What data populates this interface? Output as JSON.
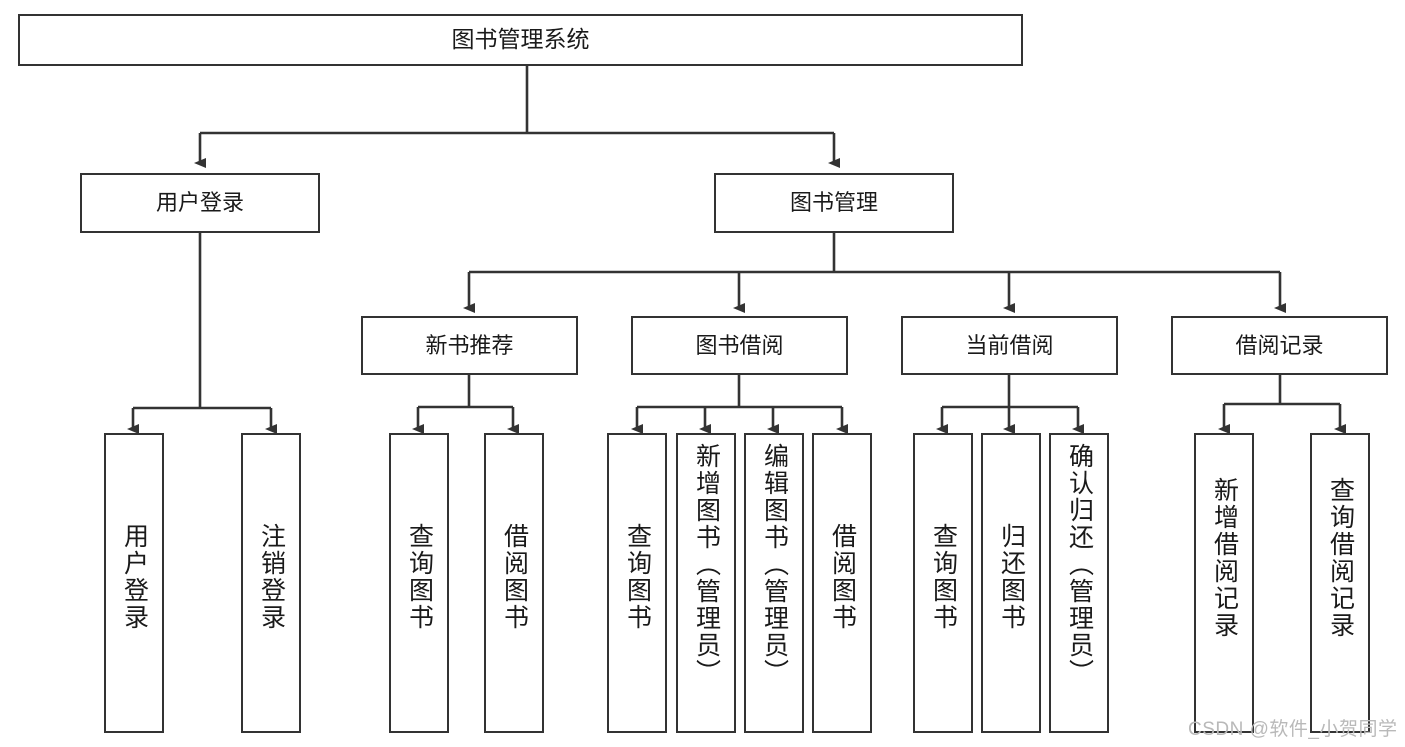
{
  "diagram": {
    "type": "tree-hierarchy",
    "title": "图书管理系统",
    "root": {
      "label": "图书管理系统"
    },
    "level1": [
      {
        "label": "用户登录"
      },
      {
        "label": "图书管理"
      }
    ],
    "level2": [
      {
        "label": "新书推荐"
      },
      {
        "label": "图书借阅"
      },
      {
        "label": "当前借阅"
      },
      {
        "label": "借阅记录"
      }
    ],
    "leaves": {
      "user_login": [
        {
          "label": "用户登录"
        },
        {
          "label": "注销登录"
        }
      ],
      "new_book_recommend": [
        {
          "label": "查询图书"
        },
        {
          "label": "借阅图书"
        }
      ],
      "book_borrow": [
        {
          "label": "查询图书"
        },
        {
          "label": "新增图书（管理员）"
        },
        {
          "label": "编辑图书（管理员）"
        },
        {
          "label": "借阅图书"
        }
      ],
      "current_borrow": [
        {
          "label": "查询图书"
        },
        {
          "label": "归还图书"
        },
        {
          "label": "确认归还（管理员）"
        }
      ],
      "borrow_record": [
        {
          "label": "新增借阅记录"
        },
        {
          "label": "查询借阅记录"
        }
      ]
    }
  },
  "watermark": {
    "text": "CSDN @软件_小贺同学"
  },
  "colors": {
    "stroke": "#333333",
    "fill": "#ffffff",
    "text": "#1a1a1a",
    "watermark": "#b9b9b9"
  }
}
